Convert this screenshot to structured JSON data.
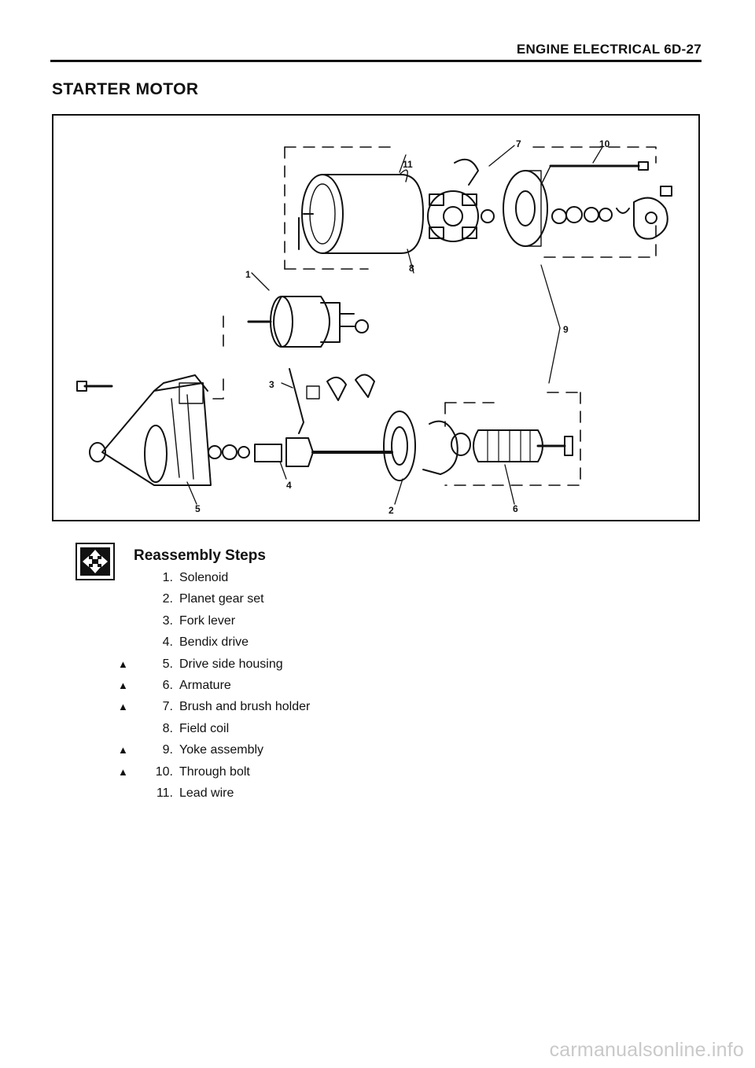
{
  "header": {
    "title": "ENGINE ELECTRICAL 6D-27"
  },
  "section": {
    "title": "STARTER MOTOR"
  },
  "figure": {
    "callouts": [
      "1",
      "2",
      "3",
      "4",
      "5",
      "6",
      "7",
      "8",
      "9",
      "10",
      "11"
    ]
  },
  "steps": {
    "icon": "reassembly-icon",
    "heading": "Reassembly Steps",
    "marker_symbol": "▲",
    "items": [
      {
        "number": "1.",
        "name": "Solenoid",
        "marked": false
      },
      {
        "number": "2.",
        "name": "Planet gear set",
        "marked": false
      },
      {
        "number": "3.",
        "name": "Fork lever",
        "marked": false
      },
      {
        "number": "4.",
        "name": "Bendix drive",
        "marked": false
      },
      {
        "number": "5.",
        "name": "Drive side housing",
        "marked": true
      },
      {
        "number": "6.",
        "name": "Armature",
        "marked": true
      },
      {
        "number": "7.",
        "name": "Brush and brush holder",
        "marked": true
      },
      {
        "number": "8.",
        "name": "Field coil",
        "marked": false
      },
      {
        "number": "9.",
        "name": "Yoke assembly",
        "marked": true
      },
      {
        "number": "10.",
        "name": "Through bolt",
        "marked": true
      },
      {
        "number": "11.",
        "name": "Lead wire",
        "marked": false
      }
    ]
  },
  "watermark": {
    "text": "carmanualsonline.info"
  }
}
